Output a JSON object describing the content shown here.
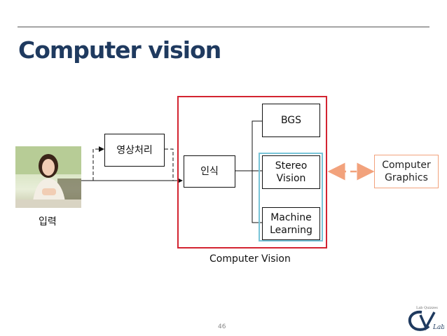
{
  "slide": {
    "title": "Computer vision",
    "page_number": "46"
  },
  "diagram": {
    "input_label": "입력",
    "image_processing": "영상처리",
    "recognition": "인식",
    "bgs": "BGS",
    "stereo_line1": "Stereo",
    "stereo_line2": "Vision",
    "ml_line1": "Machine",
    "ml_line2": "Learning",
    "cg_line1": "Computer",
    "cg_line2": "Graphics",
    "cv_group_label": "Computer Vision"
  },
  "logo": {
    "letter": "CV",
    "word": "Lab",
    "tagline": "Lab Quizzes"
  },
  "colors": {
    "title": "#1f3a5f",
    "cv_frame": "#d32431",
    "stereo_frame": "#78c4d8",
    "cg_border": "#f2a27c",
    "logo": "#1f3a5f"
  }
}
